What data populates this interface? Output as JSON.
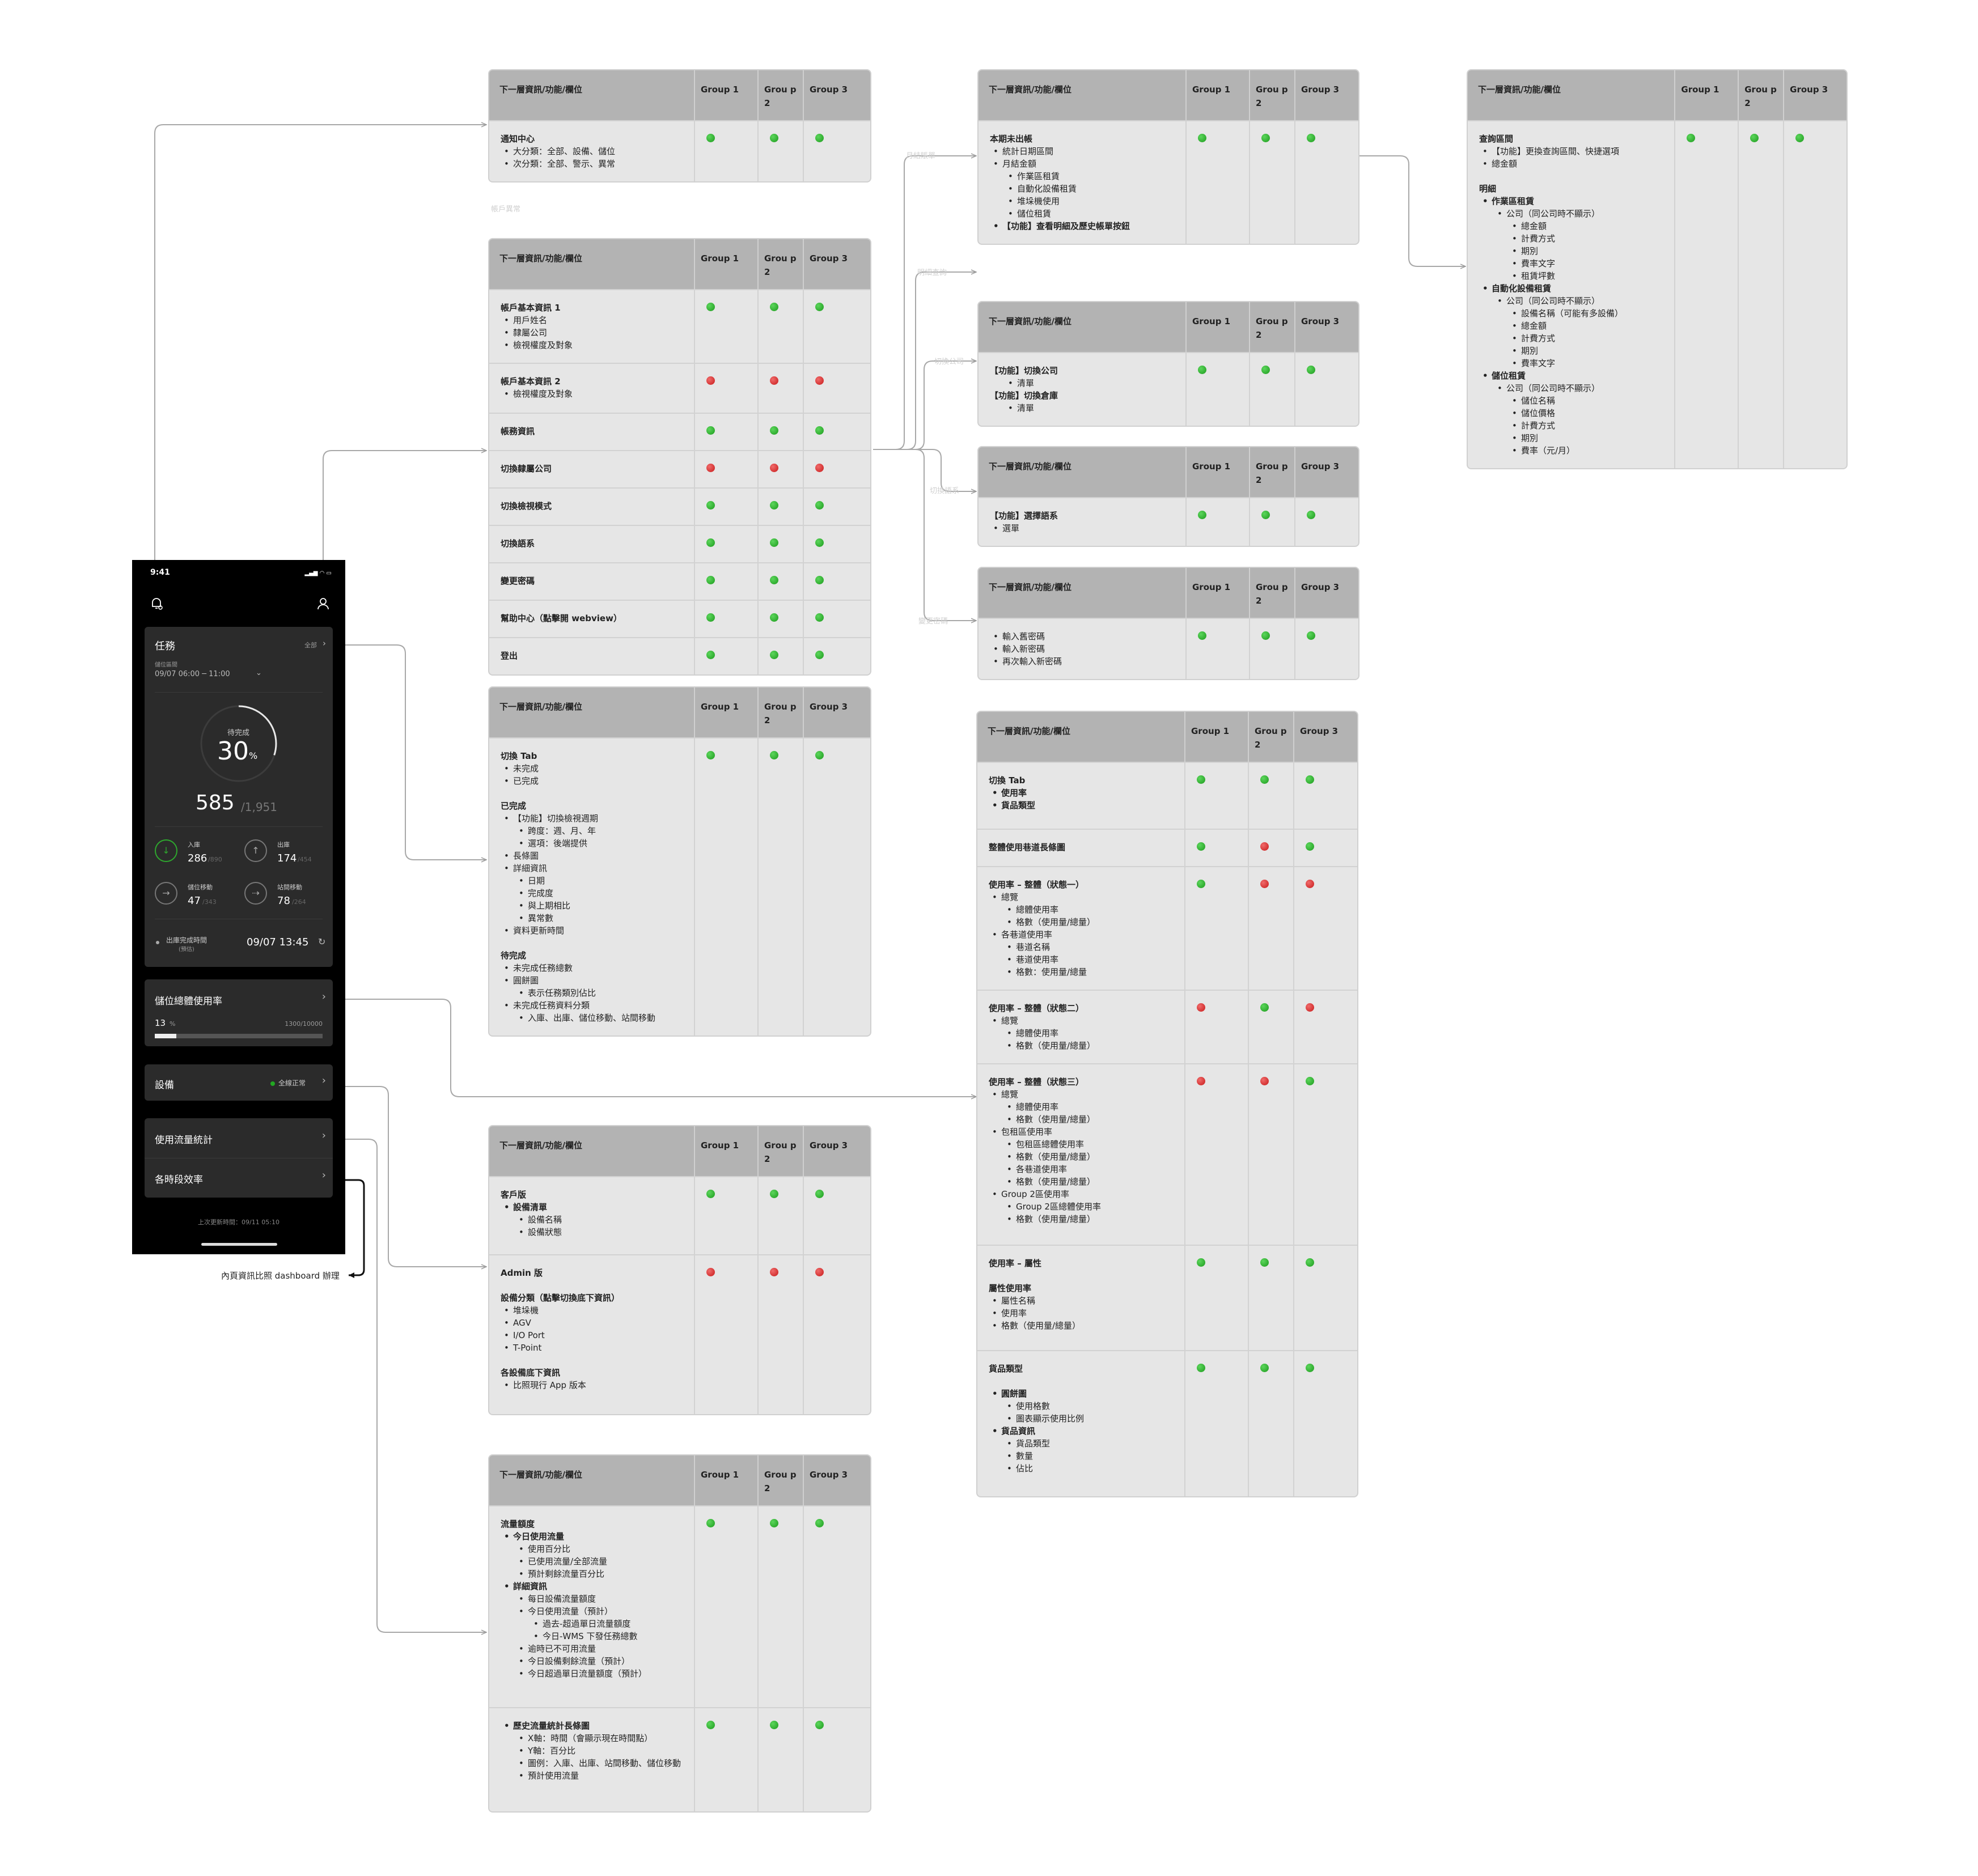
{
  "colors": {
    "header_bg": "#b3b3b3",
    "cell_bg": "#e6e6e6",
    "status_green": "#22a822",
    "status_red": "#d02020",
    "phone_bg": "#000000",
    "card_bg": "#2b2b2b"
  },
  "columns": {
    "info": "下一層資訊/功能/欄位",
    "g1": "Group 1",
    "g2": "Grou p 2",
    "g3": "Group 3"
  },
  "phone": {
    "time": "9:41",
    "task": {
      "title": "任務",
      "all": "全部",
      "period_label": "儲位區間",
      "period": "09/07  06:00 ─ 11:00",
      "ring_label": "待完成",
      "percent": "30",
      "percent_unit": "%",
      "count": "585",
      "total": "/1,951",
      "stats": [
        {
          "label": "入庫",
          "value": "286",
          "total": "/890"
        },
        {
          "label": "出庫",
          "value": "174",
          "total": "/454"
        },
        {
          "label": "儲位移動",
          "value": "47",
          "total": "/343"
        },
        {
          "label": "站間移動",
          "value": "78",
          "total": "/264"
        }
      ],
      "eta_label": "出庫完成時間",
      "eta_sub": "(預估)",
      "eta": "09/07 13:45"
    },
    "storage": {
      "title": "儲位總體使用率",
      "percent": "13",
      "unit": "%",
      "ratio": "1300/10000",
      "fill": 0.13
    },
    "equipment": {
      "title": "設備",
      "status": "全線正常"
    },
    "traffic": {
      "title": "使用流量統計"
    },
    "efficiency": {
      "title": "各時段效率"
    },
    "updated": "上次更新時間：09/11 05:10"
  },
  "annotation": "內頁資訊比照 dashboard 辦理",
  "wire_labels": {
    "l1": "月結賬單",
    "l2": "切換公司",
    "l3": "切換語系",
    "l4": "變更密碼",
    "l5": "明細查詢",
    "l6": "帳戶異常"
  },
  "tables": {
    "notify": {
      "rows": [
        {
          "desc": [
            {
              "k": "t",
              "v": "通知中心"
            },
            {
              "k": "l1",
              "v": "大分類：全部、設備、儲位"
            },
            {
              "k": "l1",
              "v": "次分類：全部、警示、異常"
            }
          ],
          "s": [
            "green",
            "green",
            "green"
          ]
        }
      ]
    },
    "account": {
      "rows": [
        {
          "desc": [
            {
              "k": "t",
              "v": "帳戶基本資訊 1"
            },
            {
              "k": "l1",
              "v": "用戶姓名"
            },
            {
              "k": "l1",
              "v": "隸屬公司"
            },
            {
              "k": "l1",
              "v": "檢視權度及對象"
            }
          ],
          "s": [
            "green",
            "green",
            "green"
          ]
        },
        {
          "desc": [
            {
              "k": "t",
              "v": "帳戶基本資訊 2"
            },
            {
              "k": "l1",
              "v": "檢視權度及對象"
            }
          ],
          "s": [
            "red",
            "red",
            "red"
          ]
        },
        {
          "desc": [
            {
              "k": "t",
              "v": "帳務資訊"
            }
          ],
          "s": [
            "green",
            "green",
            "green"
          ]
        },
        {
          "desc": [
            {
              "k": "t",
              "v": "切換隸屬公司"
            }
          ],
          "s": [
            "red",
            "red",
            "red"
          ]
        },
        {
          "desc": [
            {
              "k": "t",
              "v": "切換檢視模式"
            }
          ],
          "s": [
            "green",
            "green",
            "green"
          ]
        },
        {
          "desc": [
            {
              "k": "t",
              "v": "切換語系"
            }
          ],
          "s": [
            "green",
            "green",
            "green"
          ]
        },
        {
          "desc": [
            {
              "k": "t",
              "v": "變更密碼"
            }
          ],
          "s": [
            "green",
            "green",
            "green"
          ]
        },
        {
          "desc": [
            {
              "k": "t",
              "v": "幫助中心（點擊開 webview）"
            }
          ],
          "s": [
            "green",
            "green",
            "green"
          ]
        },
        {
          "desc": [
            {
              "k": "t",
              "v": "登出"
            }
          ],
          "s": [
            "green",
            "green",
            "green"
          ]
        }
      ]
    },
    "task": {
      "rows": [
        {
          "desc": [
            {
              "k": "t",
              "v": "切換 Tab"
            },
            {
              "k": "l1",
              "v": "未完成"
            },
            {
              "k": "l1",
              "v": "已完成"
            },
            {
              "k": "gap",
              "v": ""
            },
            {
              "k": "t",
              "v": "已完成"
            },
            {
              "k": "l1",
              "v": "【功能】切換檢視週期"
            },
            {
              "k": "l2",
              "v": "跨度：週、月、年"
            },
            {
              "k": "l2",
              "v": "選項：後端提供"
            },
            {
              "k": "l1",
              "v": "長條圖"
            },
            {
              "k": "l1",
              "v": "詳細資訊"
            },
            {
              "k": "l2",
              "v": "日期"
            },
            {
              "k": "l2",
              "v": "完成度"
            },
            {
              "k": "l2",
              "v": "與上期相比"
            },
            {
              "k": "l2",
              "v": "異常數"
            },
            {
              "k": "l1",
              "v": "資料更新時間"
            },
            {
              "k": "gap",
              "v": ""
            },
            {
              "k": "t",
              "v": "待完成"
            },
            {
              "k": "l1",
              "v": "未完成任務總數"
            },
            {
              "k": "l1",
              "v": "圓餅圖"
            },
            {
              "k": "l2",
              "v": "表示任務類別佔比"
            },
            {
              "k": "l1",
              "v": "未完成任務資料分類"
            },
            {
              "k": "l2",
              "v": "入庫、出庫、儲位移動、站間移動"
            }
          ],
          "s": [
            "green",
            "green",
            "green"
          ]
        }
      ]
    },
    "equipment": {
      "rows": [
        {
          "desc": [
            {
              "k": "t",
              "v": "客戶版"
            },
            {
              "k": "b1",
              "v": "設備清單"
            },
            {
              "k": "l2",
              "v": "設備名稱"
            },
            {
              "k": "l2",
              "v": "設備狀態"
            }
          ],
          "s": [
            "green",
            "green",
            "green"
          ]
        },
        {
          "desc": [
            {
              "k": "t",
              "v": "Admin 版"
            },
            {
              "k": "gap",
              "v": ""
            },
            {
              "k": "t",
              "v": "設備分類（點擊切換底下資訊）"
            },
            {
              "k": "l1",
              "v": "堆垛機"
            },
            {
              "k": "l1",
              "v": "AGV"
            },
            {
              "k": "l1",
              "v": "I/O Port"
            },
            {
              "k": "l1",
              "v": "T-Point"
            },
            {
              "k": "gap",
              "v": ""
            },
            {
              "k": "t",
              "v": "各設備底下資訊"
            },
            {
              "k": "l1",
              "v": "比照現行 App 版本"
            }
          ],
          "s": [
            "red",
            "red",
            "red"
          ]
        }
      ]
    },
    "traffic": {
      "rows": [
        {
          "desc": [
            {
              "k": "t",
              "v": "流量額度"
            },
            {
              "k": "b1",
              "v": "今日使用流量"
            },
            {
              "k": "l2",
              "v": "使用百分比"
            },
            {
              "k": "l2",
              "v": "已使用流量/全部流量"
            },
            {
              "k": "l2",
              "v": "預計剩餘流量百分比"
            },
            {
              "k": "b1",
              "v": "詳細資訊"
            },
            {
              "k": "l2",
              "v": "每日設備流量額度"
            },
            {
              "k": "l2",
              "v": "今日使用流量（預計）"
            },
            {
              "k": "l3",
              "v": "過去-超過單日流量額度"
            },
            {
              "k": "l3",
              "v": "今日-WMS 下發任務總數"
            },
            {
              "k": "l2",
              "v": "逾時已不可用流量"
            },
            {
              "k": "l2",
              "v": "今日設備剩餘流量（預計）"
            },
            {
              "k": "l2",
              "v": "今日超過單日流量額度（預計）"
            }
          ],
          "s": [
            "green",
            "green",
            "green"
          ]
        },
        {
          "desc": [
            {
              "k": "b1",
              "v": "歷史流量統計長條圖"
            },
            {
              "k": "l2",
              "v": "X軸：時間（會顯示現在時間點）"
            },
            {
              "k": "l2",
              "v": "Y軸：百分比"
            },
            {
              "k": "l2",
              "v": "圖例：入庫、出庫、站間移動、儲位移動"
            },
            {
              "k": "l2",
              "v": "預計使用流量"
            }
          ],
          "s": [
            "green",
            "green",
            "green"
          ]
        }
      ]
    },
    "billing": {
      "rows": [
        {
          "desc": [
            {
              "k": "t",
              "v": "本期未出帳"
            },
            {
              "k": "l1",
              "v": "統計日期區間"
            },
            {
              "k": "l1",
              "v": "月結金額"
            },
            {
              "k": "l2",
              "v": "作業區租賃"
            },
            {
              "k": "l2",
              "v": "自動化設備租賃"
            },
            {
              "k": "l2",
              "v": "堆垛機使用"
            },
            {
              "k": "l2",
              "v": "儲位租賃"
            },
            {
              "k": "b1",
              "v": "【功能】查看明細及歷史帳單按鈕"
            }
          ],
          "s": [
            "green",
            "green",
            "green"
          ]
        }
      ]
    },
    "company": {
      "rows": [
        {
          "desc": [
            {
              "k": "t",
              "v": "【功能】切換公司"
            },
            {
              "k": "l2",
              "v": "清單"
            },
            {
              "k": "t",
              "v": "【功能】切換倉庫"
            },
            {
              "k": "l2",
              "v": "清單"
            }
          ],
          "s": [
            "green",
            "green",
            "green"
          ]
        }
      ]
    },
    "language": {
      "rows": [
        {
          "desc": [
            {
              "k": "t",
              "v": "【功能】選擇語系"
            },
            {
              "k": "l1",
              "v": "選單"
            }
          ],
          "s": [
            "green",
            "green",
            "green"
          ]
        }
      ]
    },
    "password": {
      "rows": [
        {
          "desc": [
            {
              "k": "l1",
              "v": "輸入舊密碼"
            },
            {
              "k": "l1",
              "v": "輸入新密碼"
            },
            {
              "k": "l1",
              "v": "再次輸入新密碼"
            }
          ],
          "s": [
            "green",
            "green",
            "green"
          ]
        }
      ]
    },
    "usage": {
      "rows": [
        {
          "desc": [
            {
              "k": "t",
              "v": "切換 Tab"
            },
            {
              "k": "b1",
              "v": "使用率"
            },
            {
              "k": "b1",
              "v": "貨品類型"
            }
          ],
          "s": [
            "green",
            "green",
            "green"
          ]
        },
        {
          "desc": [
            {
              "k": "t",
              "v": "整體使用巷道長條圖"
            }
          ],
          "s": [
            "green",
            "red",
            "green"
          ]
        },
        {
          "desc": [
            {
              "k": "t",
              "v": "使用率 – 整體（狀態一）"
            },
            {
              "k": "l1",
              "v": "總覽"
            },
            {
              "k": "l2",
              "v": "總體使用率"
            },
            {
              "k": "l2",
              "v": "格數（使用量/總量）"
            },
            {
              "k": "l1",
              "v": "各巷道使用率"
            },
            {
              "k": "l2",
              "v": "巷道名稱"
            },
            {
              "k": "l2",
              "v": "巷道使用率"
            },
            {
              "k": "l2",
              "v": "格數：使用量/總量"
            }
          ],
          "s": [
            "green",
            "red",
            "red"
          ]
        },
        {
          "desc": [
            {
              "k": "t",
              "v": "使用率 – 整體（狀態二）"
            },
            {
              "k": "l1",
              "v": "總覽"
            },
            {
              "k": "l2",
              "v": "總體使用率"
            },
            {
              "k": "l2",
              "v": "格數（使用量/總量）"
            }
          ],
          "s": [
            "red",
            "green",
            "red"
          ]
        },
        {
          "desc": [
            {
              "k": "t",
              "v": "使用率 – 整體（狀態三）"
            },
            {
              "k": "l1",
              "v": "總覽"
            },
            {
              "k": "l2",
              "v": "總體使用率"
            },
            {
              "k": "l2",
              "v": "格數（使用量/總量）"
            },
            {
              "k": "l1",
              "v": "包租區使用率"
            },
            {
              "k": "l2",
              "v": "包租區總體使用率"
            },
            {
              "k": "l2",
              "v": "格數（使用量/總量）"
            },
            {
              "k": "l2",
              "v": "各巷道使用率"
            },
            {
              "k": "l2",
              "v": "格數（使用量/總量）"
            },
            {
              "k": "l1",
              "v": "Group 2區使用率"
            },
            {
              "k": "l2",
              "v": "Group 2區總體使用率"
            },
            {
              "k": "l2",
              "v": "格數（使用量/總量）"
            }
          ],
          "s": [
            "red",
            "red",
            "green"
          ]
        },
        {
          "desc": [
            {
              "k": "t",
              "v": "使用率 – 屬性"
            },
            {
              "k": "gap",
              "v": ""
            },
            {
              "k": "t",
              "v": "屬性使用率"
            },
            {
              "k": "l1",
              "v": "屬性名稱"
            },
            {
              "k": "l1",
              "v": "使用率"
            },
            {
              "k": "l1",
              "v": "格數（使用量/總量）"
            }
          ],
          "s": [
            "green",
            "green",
            "green"
          ]
        },
        {
          "desc": [
            {
              "k": "t",
              "v": "貨品類型"
            },
            {
              "k": "gap",
              "v": ""
            },
            {
              "k": "b1",
              "v": "圓餅圖"
            },
            {
              "k": "l2",
              "v": "使用格數"
            },
            {
              "k": "l2",
              "v": "圖表顯示使用比例"
            },
            {
              "k": "b1",
              "v": "貨品資訊"
            },
            {
              "k": "l2",
              "v": "貨品類型"
            },
            {
              "k": "l2",
              "v": "數量"
            },
            {
              "k": "l2",
              "v": "佔比"
            }
          ],
          "s": [
            "green",
            "green",
            "green"
          ]
        }
      ]
    },
    "query": {
      "rows": [
        {
          "desc": [
            {
              "k": "t",
              "v": "查詢區間"
            },
            {
              "k": "l1",
              "v": "【功能】更換查詢區間、快捷選項"
            },
            {
              "k": "l1",
              "v": "總金額"
            },
            {
              "k": "gap",
              "v": ""
            },
            {
              "k": "t",
              "v": "明細"
            },
            {
              "k": "b1",
              "v": "作業區租賃"
            },
            {
              "k": "l2",
              "v": "公司（同公司時不顯示）"
            },
            {
              "k": "l3",
              "v": "總金額"
            },
            {
              "k": "l3",
              "v": "計費方式"
            },
            {
              "k": "l3",
              "v": "期別"
            },
            {
              "k": "l3",
              "v": "費率文字"
            },
            {
              "k": "l3",
              "v": "租賃坪數"
            },
            {
              "k": "b1",
              "v": "自動化設備租賃"
            },
            {
              "k": "l2",
              "v": "公司（同公司時不顯示）"
            },
            {
              "k": "l3",
              "v": "設備名稱（可能有多設備）"
            },
            {
              "k": "l3",
              "v": "總金額"
            },
            {
              "k": "l3",
              "v": "計費方式"
            },
            {
              "k": "l3",
              "v": "期別"
            },
            {
              "k": "l3",
              "v": "費率文字"
            },
            {
              "k": "b1",
              "v": "儲位租賃"
            },
            {
              "k": "l2",
              "v": "公司（同公司時不顯示）"
            },
            {
              "k": "l3",
              "v": "儲位名稱"
            },
            {
              "k": "l3",
              "v": "儲位價格"
            },
            {
              "k": "l3",
              "v": "計費方式"
            },
            {
              "k": "l3",
              "v": "期別"
            },
            {
              "k": "l3",
              "v": "費率（元/月）"
            }
          ],
          "s": [
            "green",
            "green",
            "green"
          ]
        }
      ]
    }
  }
}
